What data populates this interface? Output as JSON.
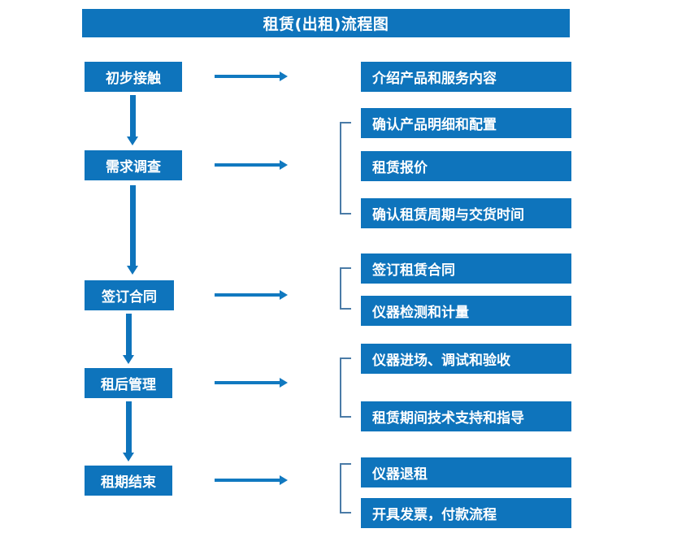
{
  "diagram": {
    "title": "租赁(出租)流程图",
    "accent_color": "#0e74bc",
    "bracket_color": "#4a7ba7",
    "arrow_color": "#1179c0"
  },
  "stages": [
    {
      "id": "stage-1",
      "label": "初步接触"
    },
    {
      "id": "stage-2",
      "label": "需求调查"
    },
    {
      "id": "stage-3",
      "label": "签订合同"
    },
    {
      "id": "stage-4",
      "label": "租后管理"
    },
    {
      "id": "stage-5",
      "label": "租期结束"
    }
  ],
  "details": {
    "group1": [
      {
        "label": "介绍产品和服务内容"
      }
    ],
    "group2": [
      {
        "label": "确认产品明细和配置"
      },
      {
        "label": "租赁报价"
      },
      {
        "label": "确认租赁周期与交货时间"
      }
    ],
    "group3": [
      {
        "label": "签订租赁合同"
      },
      {
        "label": "仪器检测和计量"
      }
    ],
    "group4": [
      {
        "label": "仪器进场、调试和验收"
      },
      {
        "label": "租赁期间技术支持和指导"
      }
    ],
    "group5": [
      {
        "label": "仪器退租"
      },
      {
        "label": "开具发票，付款流程"
      }
    ]
  }
}
